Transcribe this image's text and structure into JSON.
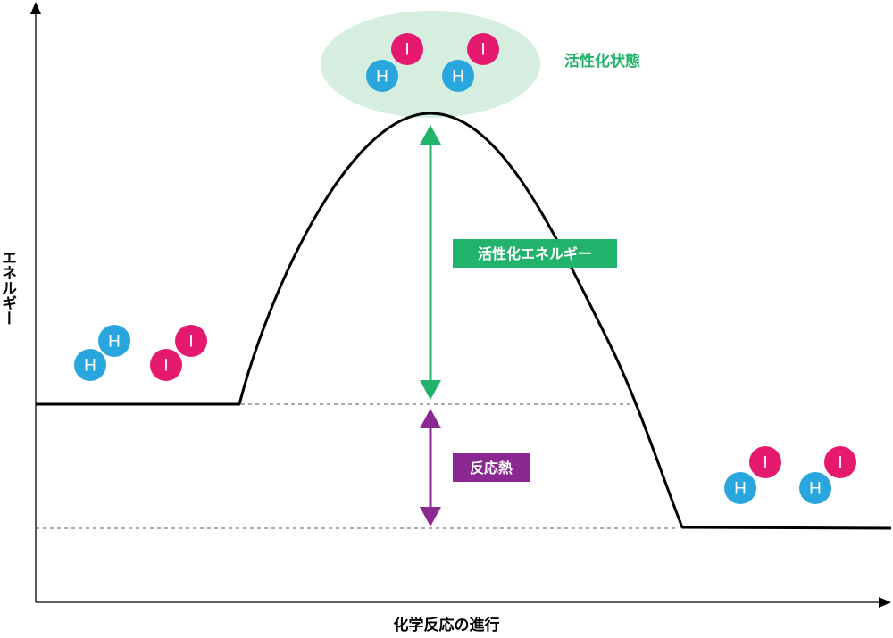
{
  "axes": {
    "y_label": "エネルギー",
    "x_label": "化学反応の進行"
  },
  "labels": {
    "activated_state": "活性化状態",
    "activation_energy": "活性化エネルギー",
    "reaction_heat": "反応熱"
  },
  "atoms": {
    "hydrogen": "H",
    "iodine": "I"
  },
  "colors": {
    "curve": "#000000",
    "hydrogen": "#2aa6df",
    "iodine": "#e5196e",
    "activation": "#21b36b",
    "activation_bg": "#d5eee0",
    "activated_text": "#22b36a",
    "heat": "#8b2790"
  },
  "icons": {
    "axis_arrow": "triangle-arrowhead",
    "double_arrow": "double-headed-arrow"
  }
}
